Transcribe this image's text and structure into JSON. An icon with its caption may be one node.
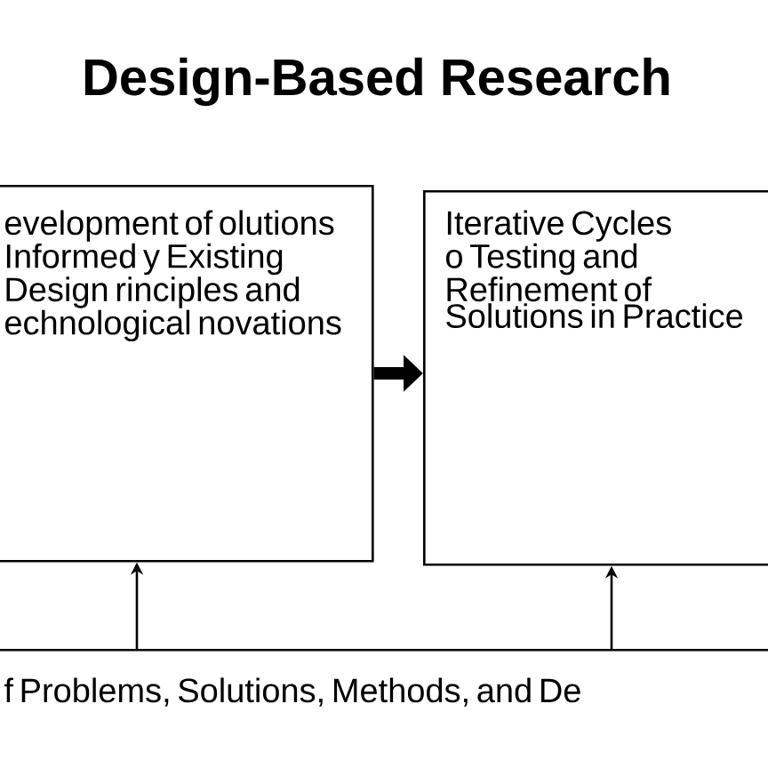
{
  "diagram": {
    "title": "Design-Based Research",
    "nodes": [
      {
        "text": [
          "evelopment of olutions Informed y Existing Design rinciples and echnological novations"
        ]
      },
      {
        "text": [
          "Iterative Cycles o Testing and Refinement of Solutions in Practice"
        ]
      },
      {
        "text": [
          "f Problems, Solutions, Methods, and De"
        ]
      }
    ],
    "edges": [
      {
        "from": 0,
        "to": 1,
        "arrow": "to",
        "style": "thick"
      },
      {
        "from": 2,
        "to": 0,
        "arrow": "to"
      },
      {
        "from": 2,
        "to": 1,
        "arrow": "to"
      }
    ]
  }
}
